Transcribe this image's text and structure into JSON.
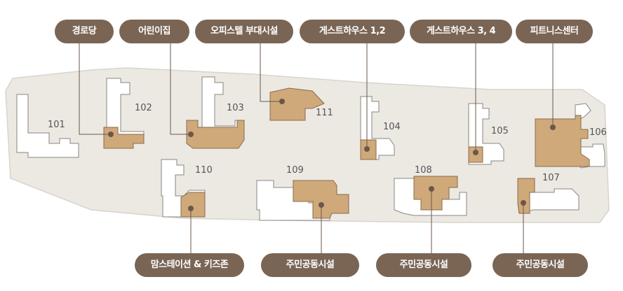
{
  "colors": {
    "site": "#ece9e3",
    "site_stroke": "#d9d4cc",
    "building": "#ffffff",
    "building_stroke": "#8a8680",
    "facility": "#cfa97a",
    "facility_stroke": "#8a6a4a",
    "label_bg": "#7a6555",
    "label_text": "#ffffff",
    "leader": "#6b574a",
    "number_text": "#555555"
  },
  "top_labels": [
    {
      "key": "senior",
      "text": "경로당"
    },
    {
      "key": "daycare",
      "text": "어린이집"
    },
    {
      "key": "office",
      "text": "오피스텔 부대시설"
    },
    {
      "key": "guest12",
      "text": "게스트하우스 1,2"
    },
    {
      "key": "guest34",
      "text": "게스트하우스 3, 4"
    },
    {
      "key": "fitness",
      "text": "피트니스센터"
    }
  ],
  "bottom_labels": [
    {
      "key": "moms",
      "text": "맘스테이션 & 키즈존"
    },
    {
      "key": "community1",
      "text": "주민공동시설"
    },
    {
      "key": "community2",
      "text": "주민공동시설"
    },
    {
      "key": "community3",
      "text": "주민공동시설"
    }
  ],
  "buildings": [
    "101",
    "102",
    "103",
    "104",
    "105",
    "106",
    "107",
    "108",
    "109",
    "110",
    "111"
  ]
}
